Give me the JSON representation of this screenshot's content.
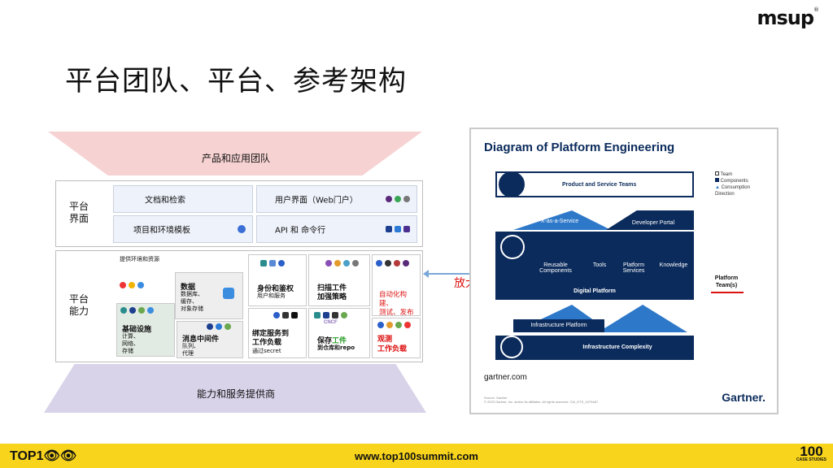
{
  "brand": {
    "msup": "msup",
    "reg": "®"
  },
  "title": "平台团队、平台、参考架构",
  "left": {
    "top_band": "产品和应用团队",
    "bottom_band": "能力和服务提供商",
    "ui_side": "平台\n界面",
    "cap_side": "平台\n能力",
    "ui_cells": [
      "文档和检索",
      "用户界面（Web门户）",
      "项目和环境模板",
      "API 和 命令行"
    ],
    "cap": {
      "env": "提供环境和资源",
      "data_title": "数据",
      "data_items": "数据库、\n缓存、\n对象存储",
      "infra_title": "基础设施",
      "infra_items": "计算、\n网络、\n存储",
      "mq_title": "消息中间件",
      "mq_items": "队列、\n代理",
      "auth_title": "身份和鉴权",
      "auth_sub": "用户和服务",
      "bind_title": "绑定服务到\n工作负载",
      "bind_sub": "通过secret",
      "scan_title": "扫描工件\n加强策略",
      "save_title": "保存",
      "save_highlight": "工件",
      "save_sub": "到仓库和repo",
      "auto": "自动化构建、\n测试、发布",
      "observe": "观测\n工作负载",
      "cncf": "CNCF"
    }
  },
  "zoom_label": "放大",
  "gartner": {
    "title": "Diagram of Platform Engineering",
    "teams": "Product and Service Teams",
    "xaas": "X-as-a-Service",
    "dev_portal": "Developer Portal",
    "reusable": "Reusable\nComponents",
    "tools": "Tools",
    "services": "Platform\nServices",
    "knowledge": "Knowledge",
    "digital": "Digital Platform",
    "infra_platform": "Infrastructure Platform",
    "infra_complexity": "Infrastructure Complexity",
    "legend": [
      "Team",
      "Components",
      "Consumption\nDirection"
    ],
    "platform_team": "Platform\nTeam(s)",
    "url": "gartner.com",
    "source": "Source: Gartner\n© 2023 Gartner, Inc. and/or its affiliates. All rights reserved. CM_GTS_2479487",
    "brand": "Gartner."
  },
  "footer": {
    "url": "www.top100summit.com",
    "logo": "TOP1👁👁",
    "right_big": "100",
    "right_small": "CASE STUDIES"
  },
  "colors": {
    "navy": "#0b2b5c",
    "accent_yellow": "#f8d41c",
    "pink": "#f7d2d2",
    "lavender": "#d9d3ea",
    "red": "#dd1111"
  }
}
